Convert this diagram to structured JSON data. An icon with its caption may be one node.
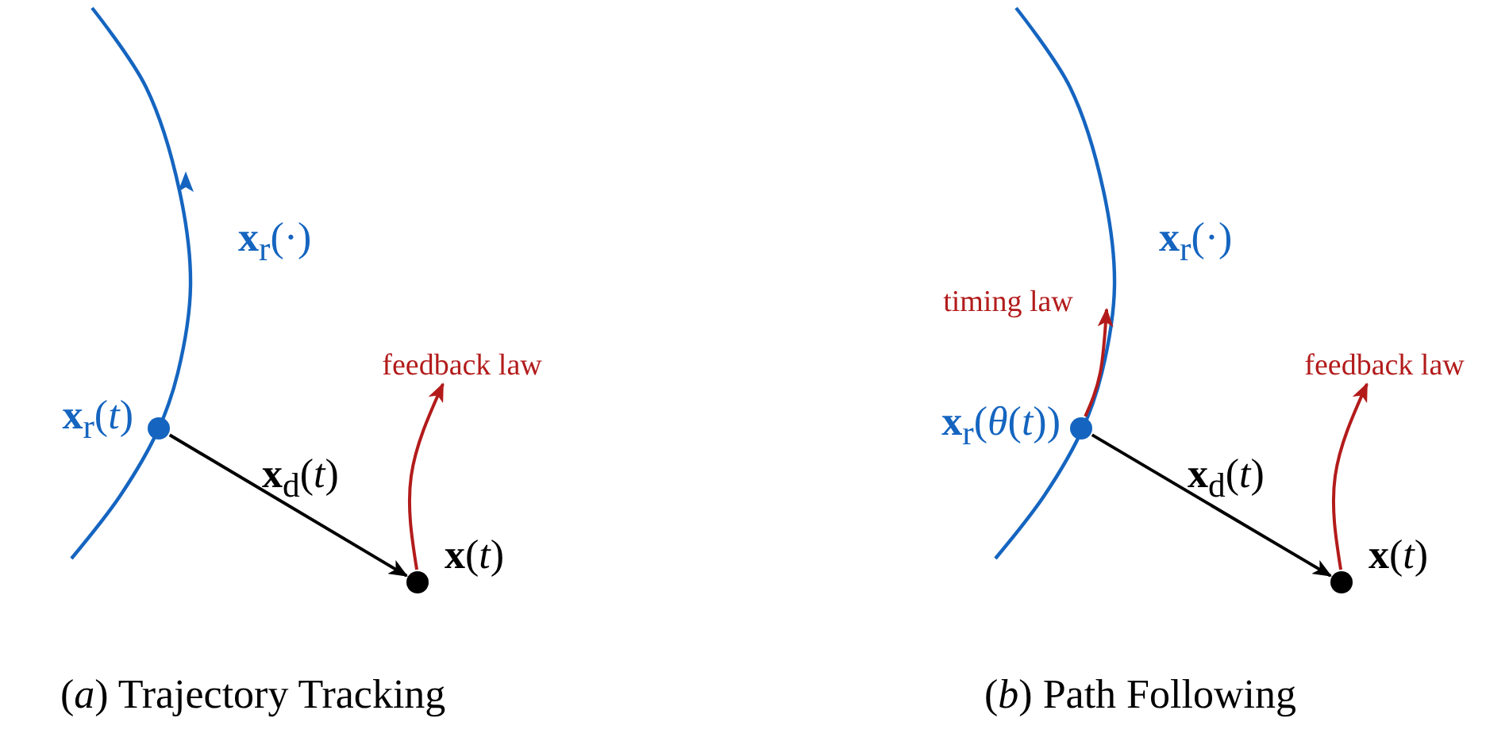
{
  "diagram": {
    "nodes": [
      {
        "text": [],
        "shape": "circle",
        "beside": [
          "**x**$_{r}$(*t*)"
        ]
      },
      {
        "text": [],
        "shape": "circle",
        "beside": [
          "**x**(*t*)"
        ]
      },
      {
        "text": [
          "feedback law"
        ]
      },
      {
        "text": [],
        "shape": "circle",
        "beside": [
          "**x**$_{r}$(*θ*(*t*))"
        ]
      },
      {
        "text": [],
        "shape": "circle",
        "beside": [
          "**x**(*t*)"
        ]
      },
      {
        "text": [
          "timing law"
        ]
      },
      {
        "text": [
          "feedback law"
        ]
      }
    ],
    "edges": [
      {
        "from": 0,
        "to": 1,
        "arrow": "to",
        "label": "**x**$_{d}$(*t*)",
        "color": "#000000"
      },
      {
        "from": 1,
        "to": 2,
        "arrow": "to",
        "color": "#b31b1b"
      },
      {
        "from": 3,
        "to": 5,
        "arrow": "to",
        "color": "#b31b1b"
      },
      {
        "from": 3,
        "to": 4,
        "arrow": "to",
        "label": "**x**$_{d}$(*t*)",
        "color": "#000000"
      },
      {
        "from": 4,
        "to": 6,
        "arrow": "to",
        "color": "#b31b1b"
      }
    ],
    "labels": [
      "**x**$_{r}$(·)",
      "**x**$_{r}$(·)",
      "(*a*) Trajectory Tracking",
      "(*b*) Path Following"
    ]
  }
}
